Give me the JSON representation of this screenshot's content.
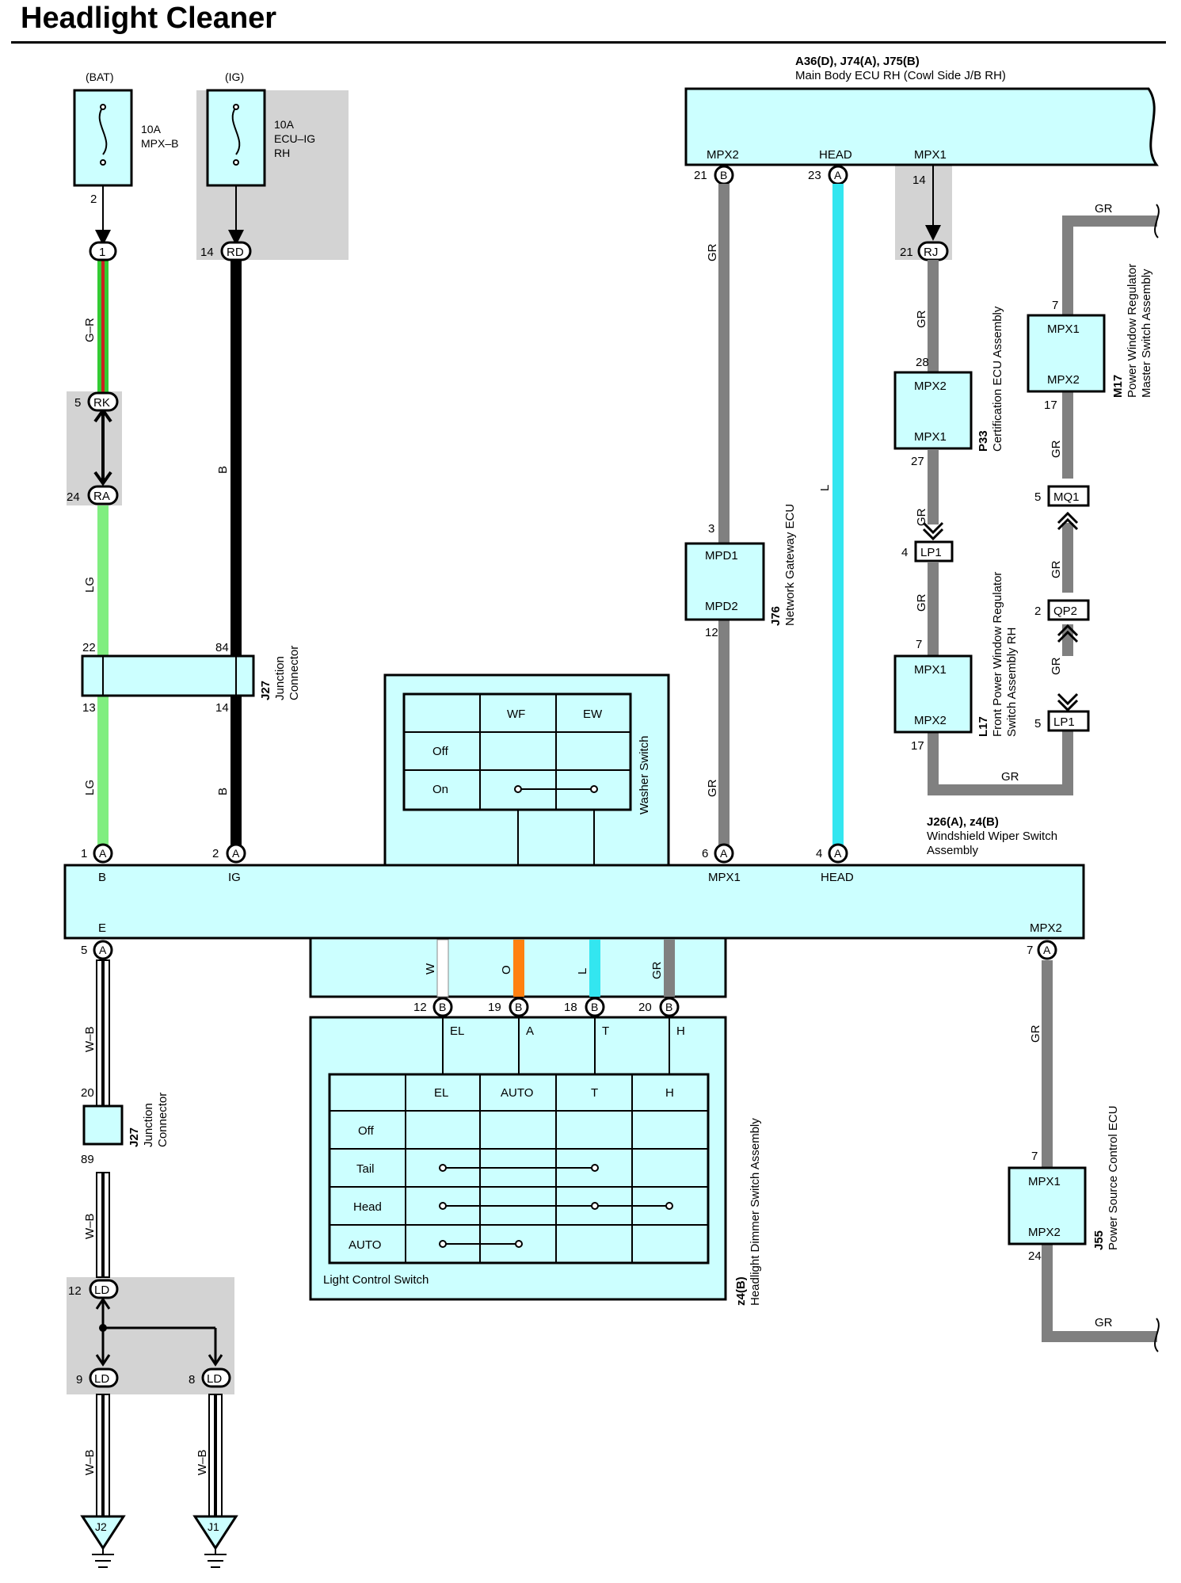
{
  "title": "Headlight Cleaner",
  "colors": {
    "component_fill": "#ccffff",
    "shield_gray": "#d3d3d3",
    "wire_gr": "#808080",
    "wire_b": "#000000",
    "wire_l": "#33e6f0",
    "wire_lg": "#80ee80",
    "wire_o": "#ff8010",
    "wire_g_r_base": "#33cc33",
    "wire_g_r_stripe": "#cc2222"
  },
  "fuses": {
    "bat": {
      "source": "(BAT)",
      "rating": "10A",
      "name": "MPX–B",
      "pin": "2"
    },
    "ig": {
      "source": "(IG)",
      "rating": "10A",
      "name1": "ECU–IG",
      "name2": "RH"
    }
  },
  "connectors": {
    "c1": {
      "pin": "",
      "code": "1"
    },
    "c14": {
      "pin": "14",
      "code": "RD"
    },
    "rk": {
      "pin": "5",
      "code": "RK"
    },
    "ra": {
      "pin": "24",
      "code": "RA"
    },
    "rj_top": "14",
    "rj": {
      "pin": "21",
      "code": "RJ"
    },
    "ld_top": {
      "pin": "12",
      "code": "LD"
    },
    "ld_9": {
      "pin": "9",
      "code": "LD"
    },
    "ld_8": {
      "pin": "8",
      "code": "LD"
    },
    "lp1_a": {
      "pin": "4",
      "code": "LP1"
    },
    "lp1_b": {
      "pin": "5",
      "code": "LP1"
    },
    "mq1": {
      "pin": "5",
      "code": "MQ1"
    },
    "qp2": {
      "pin": "2",
      "code": "QP2"
    }
  },
  "main_ecu": {
    "ref": "A36(D), J74(A), J75(B)",
    "name": "Main Body ECU RH (Cowl Side J/B RH)",
    "terms": [
      {
        "label": "MPX2",
        "pin": "21",
        "code": "B"
      },
      {
        "label": "HEAD",
        "pin": "23",
        "code": "A"
      },
      {
        "label": "MPX1",
        "pin": "",
        "code": ""
      }
    ]
  },
  "j27": {
    "ref": "J27",
    "name1": "Junction",
    "name2": "Connector",
    "pins": [
      "22",
      "84",
      "13",
      "14"
    ]
  },
  "j27_lower": {
    "ref": "J27",
    "name1": "Junction",
    "name2": "Connector",
    "pins": [
      "20",
      "89"
    ]
  },
  "j76": {
    "ref": "J76",
    "name": "Network Gateway ECU",
    "t1": "MPD1",
    "t2": "MPD2",
    "p1": "3",
    "p2": "12"
  },
  "p33": {
    "ref": "P33",
    "name": "Certification ECU Assembly",
    "t1": "MPX2",
    "t2": "MPX1",
    "p1": "28",
    "p2": "27"
  },
  "m17": {
    "ref": "M17",
    "name1": "Power Window Regulator",
    "name2": "Master Switch Assembly",
    "t1": "MPX1",
    "t2": "MPX2",
    "p1": "7",
    "p2": "17"
  },
  "l17": {
    "ref": "L17",
    "name1": "Front Power Window Regulator",
    "name2": "Switch Assembly RH",
    "t1": "MPX1",
    "t2": "MPX2",
    "p1": "7",
    "p2": "17"
  },
  "j55": {
    "ref": "J55",
    "name": "Power Source Control ECU",
    "t1": "MPX1",
    "t2": "MPX2",
    "p1": "7",
    "p2": "24"
  },
  "wiper_switch": {
    "ref": "J26(A), z4(B)",
    "name1": "Windshield Wiper Switch",
    "name2": "Assembly",
    "top_terms": [
      {
        "label": "B",
        "pin": "1",
        "code": "A"
      },
      {
        "label": "IG",
        "pin": "2",
        "code": "A"
      },
      {
        "label": "MPX1",
        "pin": "6",
        "code": "A"
      },
      {
        "label": "HEAD",
        "pin": "4",
        "code": "A"
      }
    ],
    "bottom_terms": [
      {
        "label": "E",
        "pin": "5",
        "code": "A"
      },
      {
        "label": "MPX2",
        "pin": "7",
        "code": "A"
      }
    ]
  },
  "washer_switch": {
    "name": "Washer Switch",
    "cols": [
      "WF",
      "EW"
    ],
    "rows": [
      "Off",
      "On"
    ]
  },
  "dimmer": {
    "ref": "z4(B)",
    "name": "Headlight Dimmer Switch Assembly",
    "sub": "Light Control Switch",
    "wires": [
      {
        "color": "W",
        "pin": "12",
        "code": "B",
        "term": "EL"
      },
      {
        "color": "O",
        "pin": "19",
        "code": "B",
        "term": "A"
      },
      {
        "color": "L",
        "pin": "18",
        "code": "B",
        "term": "T"
      },
      {
        "color": "GR",
        "pin": "20",
        "code": "B",
        "term": "H"
      }
    ],
    "cols": [
      "EL",
      "AUTO",
      "T",
      "H"
    ],
    "rows": [
      "Off",
      "Tail",
      "Head",
      "AUTO"
    ]
  },
  "wire_labels": {
    "gr": "GR",
    "b": "B",
    "l": "L",
    "lg": "LG",
    "g_r": "G–R",
    "w_b": "W–B"
  },
  "grounds": [
    "J2",
    "J1"
  ]
}
